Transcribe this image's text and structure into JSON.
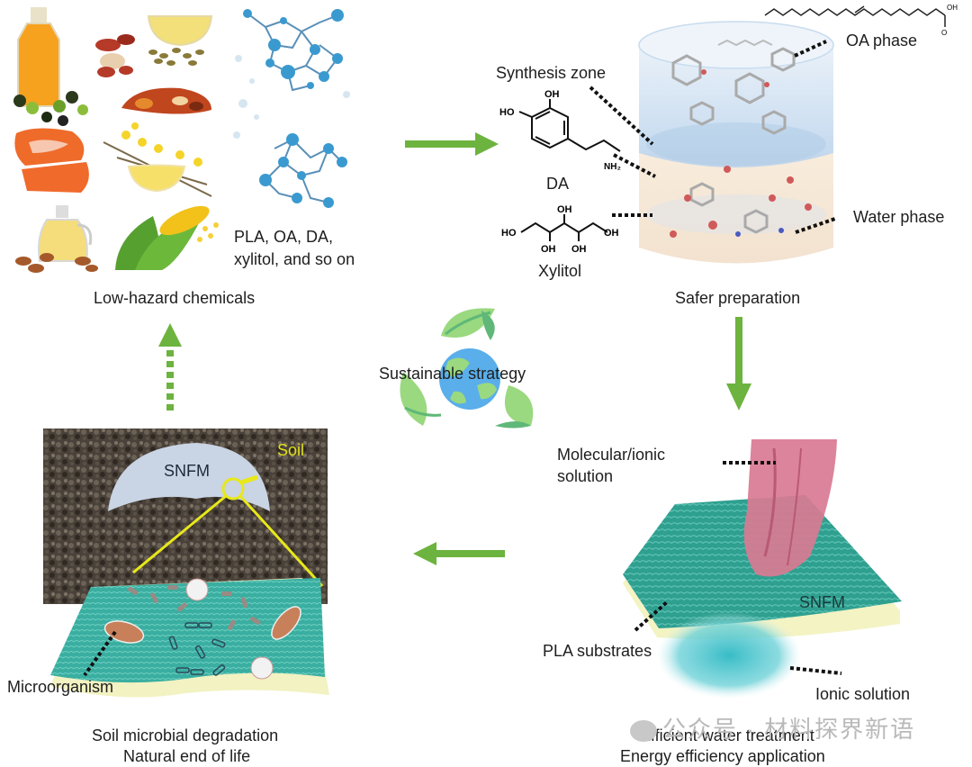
{
  "figure": {
    "center_label": "Sustainable strategy",
    "colors": {
      "arrow_green": "#6db33f",
      "leaf_light": "#9ad97f",
      "leaf_dark": "#5fb878",
      "globe_blue": "#5aaeea",
      "membrane_teal": "#3aaea0",
      "substrate_cream": "#f2f2c2",
      "soil_yellow": "#e8e81a",
      "oa_phase_blue": "#cfe0f2",
      "water_phase_peach": "#f6e6d4",
      "pink_solution": "#d97a93",
      "cyan_solution": "#45c4cc"
    },
    "panels": {
      "top_left": {
        "caption": "Low-hazard chemicals",
        "text": [
          "PLA, OA, DA,",
          "xylitol, and so on"
        ],
        "illustrations": [
          "oil-bottle",
          "peanuts",
          "oil-bowl",
          "seeds",
          "olives",
          "palm-fruit",
          "salmon",
          "rapeseed-flower",
          "oil-jug",
          "almonds",
          "corn",
          "molecule-cluster"
        ]
      },
      "top_right": {
        "caption": "Safer preparation",
        "labels": {
          "synthesis_zone": "Synthesis zone",
          "oa_phase": "OA phase",
          "water_phase": "Water phase",
          "da": "DA",
          "xylitol": "Xylitol"
        },
        "chem": {
          "oh": "OH",
          "ho": "HO",
          "nh2": "NH₂"
        }
      },
      "bottom_right": {
        "caption_lines": [
          "Efficient water treatment",
          "Energy efficiency application"
        ],
        "labels": {
          "molecular_ionic": [
            "Molecular/ionic",
            "solution"
          ],
          "snfm": "SNFM",
          "pla_substrates": "PLA substrates",
          "ionic_solution": "Ionic solution"
        }
      },
      "bottom_left": {
        "caption_lines": [
          "Soil microbial degradation",
          "Natural end of life"
        ],
        "labels": {
          "soil": "Soil",
          "snfm": "SNFM",
          "microorganism": "Microorganism"
        }
      }
    },
    "watermark": "公众号 · 材料探界新语"
  }
}
